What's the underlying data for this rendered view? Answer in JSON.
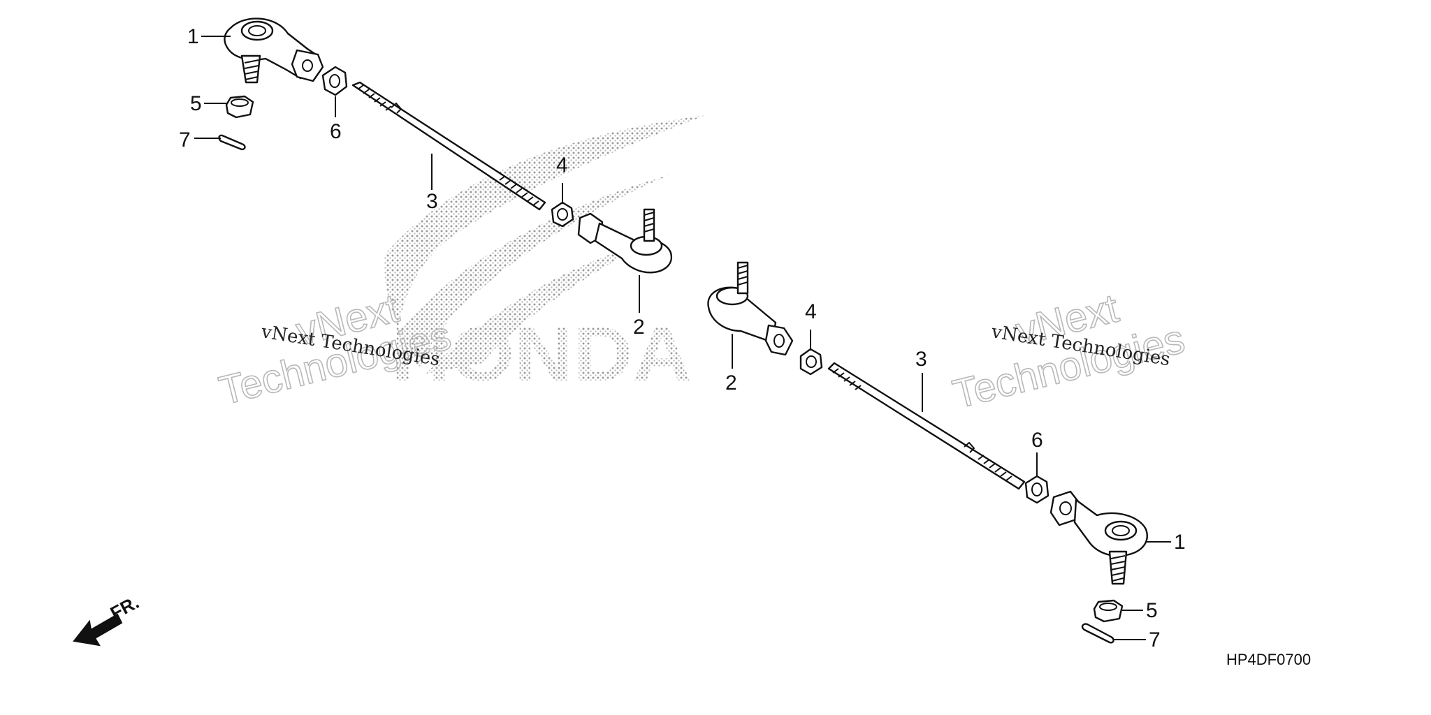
{
  "diagram_code": "HP4DF0700",
  "front_marker": "FR.",
  "brand_mark_text": "HONDA",
  "watermark": {
    "line_text": "vNext Technologies",
    "outline_word_1": "vNext",
    "outline_word_2": "Technologies"
  },
  "callouts": {
    "tie_rod_end_left": "1",
    "nut_left": "5",
    "cotter_pin_left": "7",
    "jam_nut_left": "6",
    "tie_rod_left": "3",
    "lock_nut_left": "4",
    "tie_rod_end_inner_left": "2",
    "tie_rod_end_inner_right": "2",
    "lock_nut_right": "4",
    "tie_rod_right": "3",
    "jam_nut_right": "6",
    "tie_rod_end_right": "1",
    "nut_right": "5",
    "cotter_pin_right": "7"
  }
}
